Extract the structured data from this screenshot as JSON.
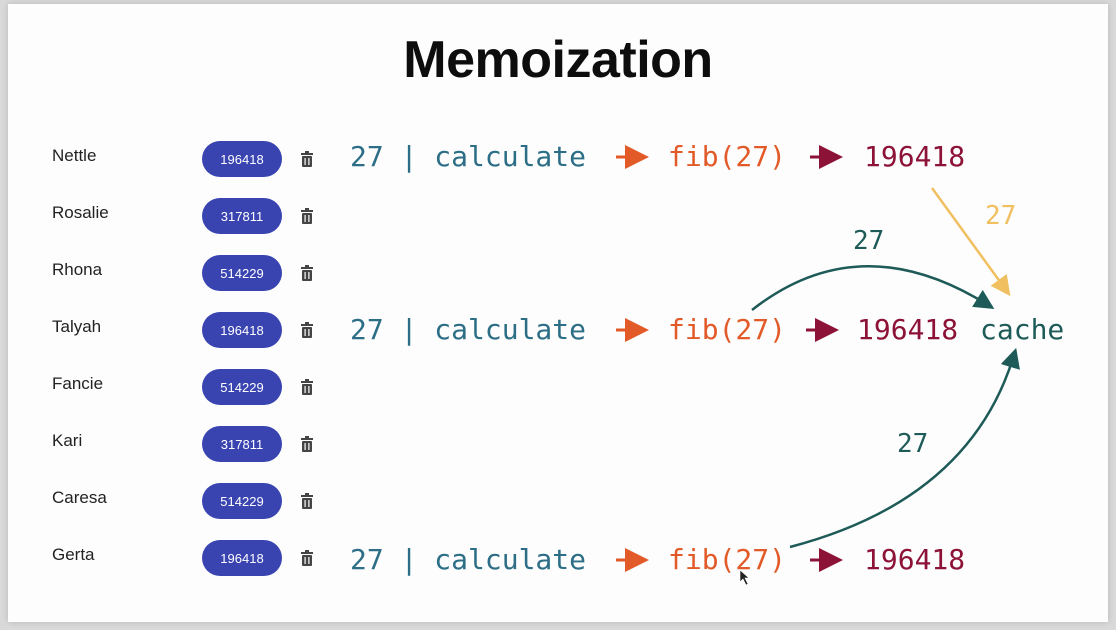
{
  "title": "Memoization",
  "rows": [
    {
      "name": "Nettle",
      "value": "196418"
    },
    {
      "name": "Rosalie",
      "value": "317811"
    },
    {
      "name": "Rhona",
      "value": "514229"
    },
    {
      "name": "Talyah",
      "value": "196418"
    },
    {
      "name": "Fancie",
      "value": "514229"
    },
    {
      "name": "Kari",
      "value": "317811"
    },
    {
      "name": "Caresa",
      "value": "514229"
    },
    {
      "name": "Gerta",
      "value": "196418"
    }
  ],
  "flows": [
    {
      "input": "27 | calculate",
      "call": "fib(27)",
      "result": "196418"
    },
    {
      "input": "27 | calculate",
      "call": "fib(27)",
      "result": "196418"
    },
    {
      "input": "27 | calculate",
      "call": "fib(27)",
      "result": "196418"
    }
  ],
  "cache_label": "cache",
  "cache_arrow_labels": {
    "top_yellow": "27",
    "top_green": "27",
    "bottom_green": "27"
  },
  "icons": {
    "row_action": "trash-icon",
    "pointer": "cursor-icon"
  },
  "colors": {
    "pill_bg": "#3a44b1",
    "input_text": "#2c6e86",
    "call_text": "#e25a28",
    "result_text": "#8d1237",
    "cache_text": "#1e5b58",
    "yellow_arrow": "#f0c060"
  }
}
